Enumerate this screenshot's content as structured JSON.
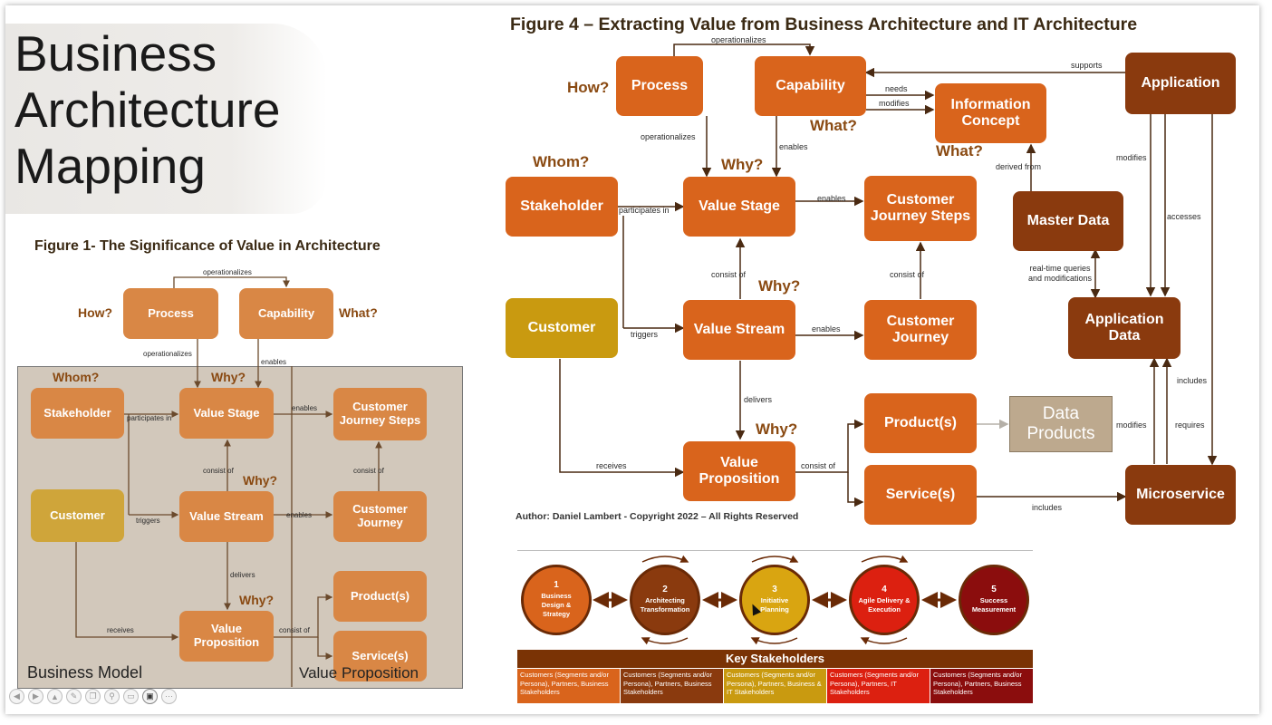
{
  "slide_title": [
    "Business",
    "Architecture",
    "Mapping"
  ],
  "fig1": {
    "title": "Figure  1- The Significance of Value in Architecture",
    "nodes": {
      "process": "Process",
      "capability": "Capability",
      "stakeholder": "Stakeholder",
      "value_stage": "Value Stage",
      "cjs": "Customer Journey Steps",
      "customer": "Customer",
      "value_stream": "Value Stream",
      "customer_journey": "Customer Journey",
      "products": "Product(s)",
      "value_proposition": "Value Proposition",
      "services": "Service(s)"
    },
    "questions": {
      "how": "How?",
      "what": "What?",
      "whom": "Whom?",
      "why1": "Why?",
      "why2": "Why?",
      "why3": "Why?"
    },
    "labels": {
      "operationalizes_top": "operationalizes",
      "operationalizes": "operationalizes",
      "enables_cap": "enables",
      "participates": "participates in",
      "enables_vs": "enables",
      "consist_of_1": "consist of",
      "consist_of_2": "consist of",
      "triggers": "triggers",
      "enables_stream": "enables",
      "delivers": "delivers",
      "receives": "receives",
      "consist_of_3": "consist of"
    },
    "footer_left": "Business Model",
    "footer_right": "Value Proposition"
  },
  "fig4": {
    "title": "Figure 4 – Extracting Value from Business Architecture and IT Architecture",
    "nodes": {
      "process": "Process",
      "capability": "Capability",
      "info_concept": "Information Concept",
      "application": "Application",
      "stakeholder": "Stakeholder",
      "value_stage": "Value Stage",
      "cjs": "Customer Journey Steps",
      "master_data": "Master Data",
      "customer": "Customer",
      "value_stream": "Value Stream",
      "customer_journey": "Customer Journey",
      "application_data": "Application Data",
      "products": "Product(s)",
      "data_products": "Data Products",
      "value_proposition": "Value Proposition",
      "services": "Service(s)",
      "microservice": "Microservice"
    },
    "questions": {
      "how": "How?",
      "what1": "What?",
      "what2": "What?",
      "whom": "Whom?",
      "why1": "Why?",
      "why2": "Why?",
      "why3": "Why?"
    },
    "labels": {
      "operationalizes_top": "operationalizes",
      "supports": "supports",
      "needs": "needs",
      "modifies_ic": "modifies",
      "operationalizes": "operationalizes",
      "enables_cap": "enables",
      "derived_from": "derived from",
      "modifies_app": "modifies",
      "accesses": "accesses",
      "participates": "participates in",
      "enables_vs": "enables",
      "consist_of_1": "consist of",
      "consist_of_2": "consist of",
      "realtime": "real-time queries and modifications",
      "triggers": "triggers",
      "enables_stream": "enables",
      "delivers": "delivers",
      "includes_ad": "includes",
      "modifies_ms": "modifies",
      "requires": "requires",
      "receives": "receives",
      "consist_of_3": "consist of",
      "includes_svc": "includes"
    },
    "author": "Author: Daniel Lambert - Copyright 2022 –  All Rights Reserved"
  },
  "roadmap": {
    "steps": [
      {
        "num": "1",
        "label": "Business Design & Strategy",
        "color": "#d9641c"
      },
      {
        "num": "2",
        "label": "Architecting Transformation",
        "color": "#8a3a0e"
      },
      {
        "num": "3",
        "label": "Initiative Planning",
        "color": "#d9a511"
      },
      {
        "num": "4",
        "label": "Agile Delivery & Execution",
        "color": "#dc2010"
      },
      {
        "num": "5",
        "label": "Success Measurement",
        "color": "#8b0d0d"
      }
    ],
    "key_title": "Key Stakeholders",
    "stakeholders": [
      {
        "text": "Customers (Segments and/or Persona), Partners, Business Stakeholders",
        "color": "#d9641c"
      },
      {
        "text": "Customers (Segments and/or Persona), Partners, Business Stakeholders",
        "color": "#8a3a0e"
      },
      {
        "text": "Customers (Segments and/or Persona), Partners, Business & IT Stakeholders",
        "color": "#c99a10"
      },
      {
        "text": "Customers (Segments and/or Persona), Partners, IT Stakeholders",
        "color": "#dc2010"
      },
      {
        "text": "Customers (Segments and/or Persona), Partners, Business Stakeholders",
        "color": "#8b0d0d"
      }
    ]
  },
  "toolbar_icons": [
    "prev-icon",
    "next-icon",
    "home-icon",
    "pen-icon",
    "copy-icon",
    "zoom-icon",
    "subtitles-icon",
    "video-icon",
    "more-icon"
  ]
}
